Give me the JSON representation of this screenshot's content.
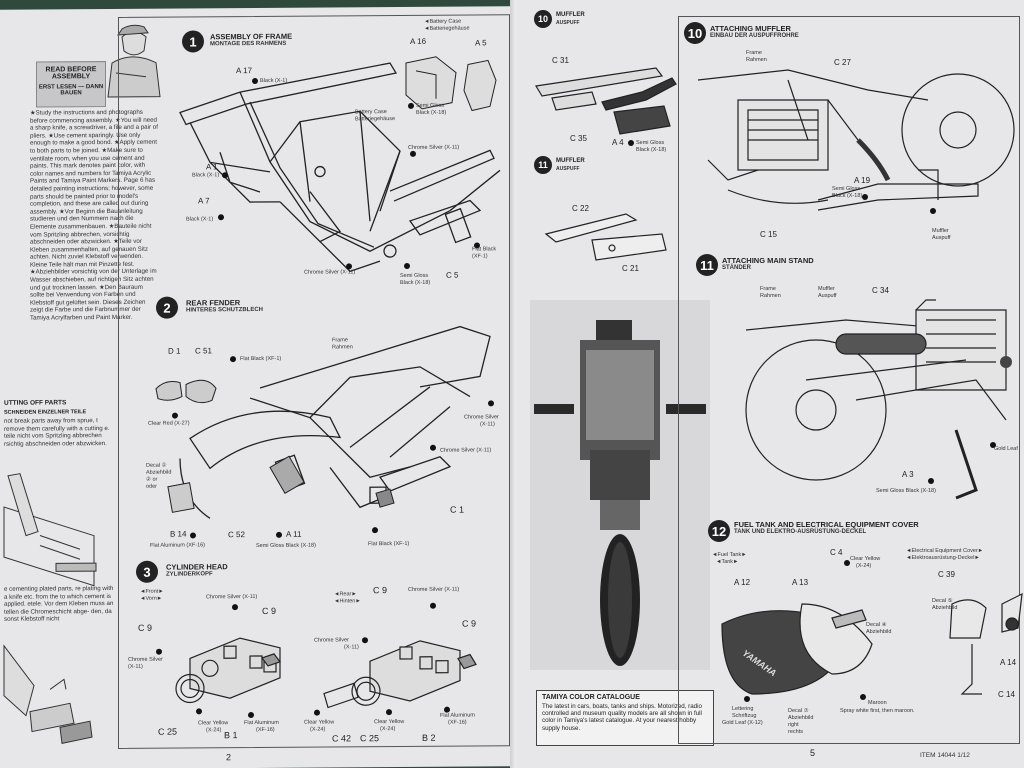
{
  "left_page": {
    "read_before": {
      "title": "READ BEFORE ASSEMBLY",
      "subtitle": "ERST LESEN — DANN BAUEN",
      "text": "★Study the instructions and photographs before commencing assembly. ★You will need a sharp knife, a screwdriver, a file and a pair of pliers. ★Use cement sparingly. Use only enough to make a good bond. ★Apply cement to both parts to be joined. ★Make sure to ventilate room, when you use cement and paints. This mark denotes paint color, with color names and numbers for Tamiya Acrylic Paints and Tamiya Paint Markers. Page 6 has detailed painting instructions; however, some parts should be painted prior to model's completion, and these are called out during assembly. ★Vor Beginn die Bauanleitung studieren und den Nummern nach die Elemente zusammenbauen. ★Bauteile nicht vom Spritzling abbrechen, vorsichtig abschneiden oder abzwicken. ★Teile vor Kleben zusammenhalten, auf genauen Sitz achten. Nicht zuviel Klebstoff verwenden. Kleine Teile hält man mit Pinzette fest. ★Abziehbilder vorsichtig von der Unterlage im Wasser abschieben, auf richtigen Sitz achten und gut trocknen lassen. ★Den Bauraum sollte bei Verwendung von Farben und Klebstoff gut gelüftet sein. Dieses Zeichen zeigt die Farbe und die Farbnummer der Tamiya Acrylfarben und Paint Marker."
    },
    "cutting": {
      "title": "UTTING OFF PARTS",
      "subtitle": "SCHNEIDEN EINZELNER TEILE",
      "text": "not break parts away from sprue, t remove them carefully with a cutting e. teile nicht vom Spritzling abbrechen rsichtig abschneiden oder abzwicken."
    },
    "plated": {
      "text": "e cementing plated parts, re plating with a knife etc. from the to which cement is applied. etele. Vor dem Kleben muss an tellen die Chromeschicht abge- den, da sonst Klebstoff nicht"
    },
    "step1": {
      "num": "1",
      "title": "ASSEMBLY OF FRAME",
      "sub": "MONTAGE DES RAHMENS",
      "labels": {
        "a17": "A 17",
        "a17c": "Black (X-1)",
        "a1": "A 1",
        "a1c": "Black (X-1)",
        "a7": "A 7",
        "a7c": "Black (X-1)",
        "batt": "Battery Case",
        "battde": "Batteriegehäuse",
        "batt2": "◄Battery Case",
        "batt2de": "◄Batteriegehäuse",
        "a16": "A 16",
        "a5": "A 5",
        "sgb": "Semi Gloss",
        "sgb2": "Black (X-18)",
        "chrome1": "Chrome Silver (X-11)",
        "chrome2": "Chrome Silver (X-11)",
        "sgb3": "Semi Gloss",
        "sgb4": "Black (X-18)",
        "c5": "C 5",
        "flat": "Flat Black",
        "flat2": "(XF-1)"
      }
    },
    "step2": {
      "num": "2",
      "title": "REAR FENDER",
      "sub": "HINTERES SCHUTZBLECH",
      "labels": {
        "d1": "D 1",
        "c51": "C 51",
        "fb": "Flat Black (XF-1)",
        "frame": "Frame",
        "framede": "Rahmen",
        "clearred": "Clear Red (X-27)",
        "cs1": "Chrome Silver",
        "cs1b": "(X-11)",
        "cs2": "Chrome Silver (X-11)",
        "decal": "Decal ①",
        "decal2": "Abziehbild",
        "decal3": "② or",
        "decal4": "oder",
        "c1": "C 1",
        "b14": "B 14",
        "flatal": "Flat Aluminum (XF-16)",
        "c52": "C 52",
        "a11": "A 11",
        "sgb": "Semi Gloss Black (X-18)",
        "fb2": "Flat Black (XF-1)"
      }
    },
    "step3": {
      "num": "3",
      "title": "CYLINDER HEAD",
      "sub": "ZYLINDERKOPF",
      "labels": {
        "front": "◄Front►",
        "frontde": "◄Vorn►",
        "rear": "◄Rear►",
        "rearde": "◄Hinten►",
        "cs1": "Chrome Silver (X-11)",
        "c9a": "C 9",
        "c9b": "C 9",
        "c9c": "C 9",
        "c9d": "C 9",
        "cs2": "Chrome Silver",
        "cs2b": "(X-11)",
        "cs3": "Chrome Silver",
        "cs3b": "(X-11)",
        "cs4": "Chrome Silver (X-11)",
        "c25a": "C 25",
        "cy1": "Clear Yellow",
        "cy1b": "(X-24)",
        "b1": "B 1",
        "fa1": "Flat Aluminum",
        "fa1b": "(XF-16)",
        "cy2": "Clear Yellow",
        "cy2b": "(X-24)",
        "c42": "C 42",
        "c25b": "C 25",
        "cy3": "Clear Yellow",
        "cy3b": "(X-24)",
        "b2": "B 2",
        "fa2": "Flat Aluminum",
        "fa2b": "(XF-16)"
      }
    },
    "page_number": "2"
  },
  "right_page": {
    "step10a": {
      "num": "10",
      "title": "MUFFLER",
      "sub": "AUSPUFF",
      "labels": {
        "c31": "C 31",
        "c35": "C 35",
        "a4": "A 4",
        "sgb": "Semi Gloss",
        "sgb2": "Black (X-18)"
      }
    },
    "step11a": {
      "num": "11",
      "title": "MUFFLER",
      "sub": "AUSPUFF",
      "labels": {
        "c22": "C 22",
        "c21": "C 21"
      }
    },
    "step10b": {
      "num": "10",
      "title": "ATTACHING MUFFLER",
      "sub": "EINBAU DER AUSPUFFROHRE",
      "labels": {
        "frame": "Frame",
        "framede": "Rahmen",
        "c27": "C 27",
        "a19": "A 19",
        "sgb": "Semi Gloss",
        "sgb2": "Black (X-18)",
        "c15": "C 15",
        "muffler": "Muffler",
        "mufflerde": "Auspuff"
      }
    },
    "step11b": {
      "num": "11",
      "title": "ATTACHING MAIN STAND",
      "sub": "STÄNDER",
      "labels": {
        "frame": "Frame",
        "framede": "Rahmen",
        "muffler": "Muffler",
        "mufflerde": "Auspuff",
        "c34": "C 34",
        "gold": "Gold Leaf",
        "a3": "A 3",
        "sgb": "Semi Gloss Black (X-18)"
      }
    },
    "step12": {
      "num": "12",
      "title": "FUEL TANK AND ELECTRICAL EQUIPMENT COVER",
      "sub": "TANK UND ELEKTRO-AUSRÜSTUNG-DECKEL",
      "labels": {
        "fueltank": "◄Fuel Tank►",
        "fueltankde": "◄Tank►",
        "elec": "◄Electrical Equipment Cover►",
        "elecde": "◄Elektroausrüstung-Deckel►",
        "c4": "C 4",
        "cy": "Clear Yellow",
        "cyb": "(X-24)",
        "a12": "A 12",
        "a13": "A 13",
        "c39": "C 39",
        "decal4": "Decal ④",
        "decal4b": "Abziehbild",
        "decal5": "Decal ⑤",
        "decal5b": "Abziehbild",
        "a14": "A 14",
        "c14": "C 14",
        "maroon": "Maroon",
        "spray": "Spray white first, then maroon.",
        "lettering": "Lettering",
        "letteringde": "Schriftzug",
        "goldleaf": "Gold Leaf (X-12)",
        "decal7": "Decal ⑦",
        "decal7b": "Abziehbild",
        "decal7c": "right",
        "decal7d": "rechts",
        "yamaha": "YAMAHA"
      }
    },
    "catalogue": {
      "title": "TAMIYA COLOR CATALOGUE",
      "text": "The latest in cars, boats, tanks and ships. Motorized, radio controlled and museum quality models are all shown in full color in Tamiya's latest catalogue. At your nearest hobby supply house."
    },
    "page_number": "5",
    "item": "ITEM 14044 1/12"
  }
}
